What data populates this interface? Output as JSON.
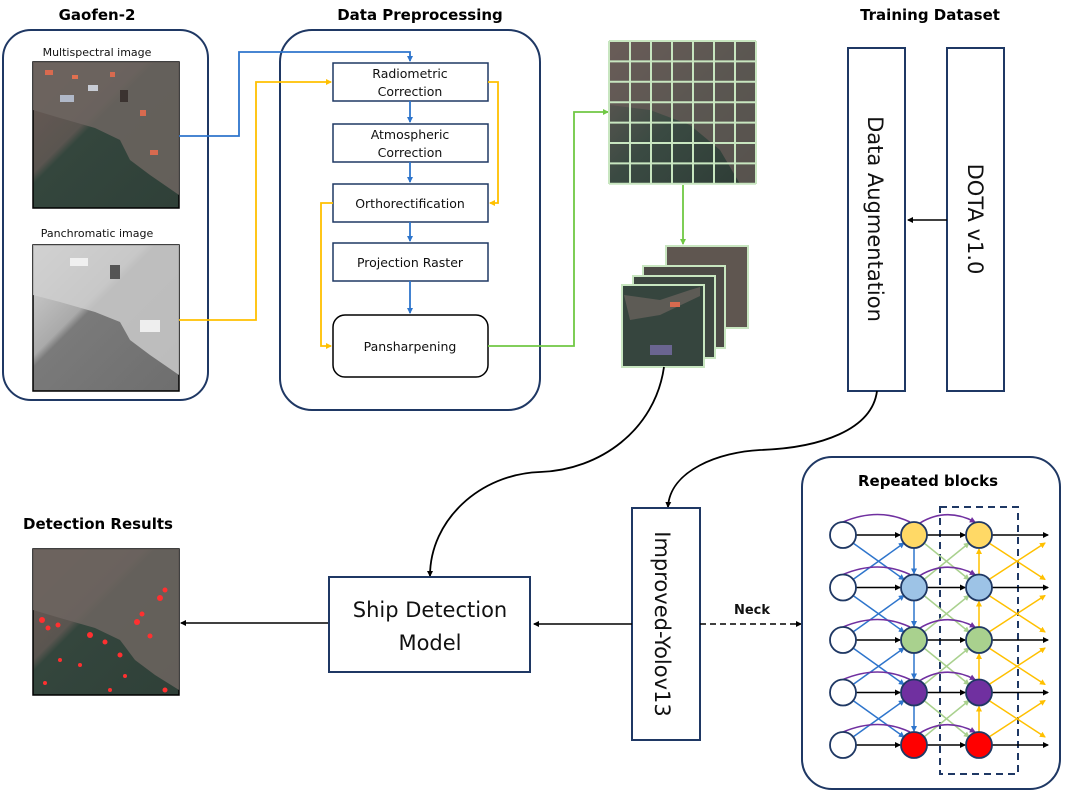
{
  "sections": {
    "gaofen": {
      "title": "Gaofen-2",
      "multispectral_label": "Multispectral image",
      "panchromatic_label": "Panchromatic image"
    },
    "preprocessing": {
      "title": "Data Preprocessing",
      "steps": [
        {
          "line1": "Radiometric",
          "line2": "Correction"
        },
        {
          "line1": "Atmospheric",
          "line2": "Correction"
        },
        {
          "line1": "Orthorectification",
          "line2": ""
        },
        {
          "line1": "Projection Raster",
          "line2": ""
        },
        {
          "line1": "Pansharpening",
          "line2": ""
        }
      ]
    },
    "training": {
      "title": "Training Dataset",
      "augmentation_label": "Data Augmentation",
      "dataset_label": "DOTA v1.0"
    },
    "detection": {
      "title": "Detection Results"
    },
    "model": {
      "line1": "Ship Detection",
      "line2": "Model"
    },
    "backbone": {
      "label": "Improved-Yolov13",
      "neck_label": "Neck"
    },
    "repeated": {
      "title": "Repeated blocks",
      "node_colors": [
        "#FFD966",
        "#9DC3E6",
        "#A9D18E",
        "#7030A0",
        "#FF0000"
      ]
    }
  },
  "colors": {
    "frame": "#1F3864",
    "blue_line": "#2E75CC",
    "yellow_line": "#FFC000",
    "green_line": "#70C844",
    "purple_line": "#7030A0",
    "light_green_line": "#A9D18E"
  }
}
